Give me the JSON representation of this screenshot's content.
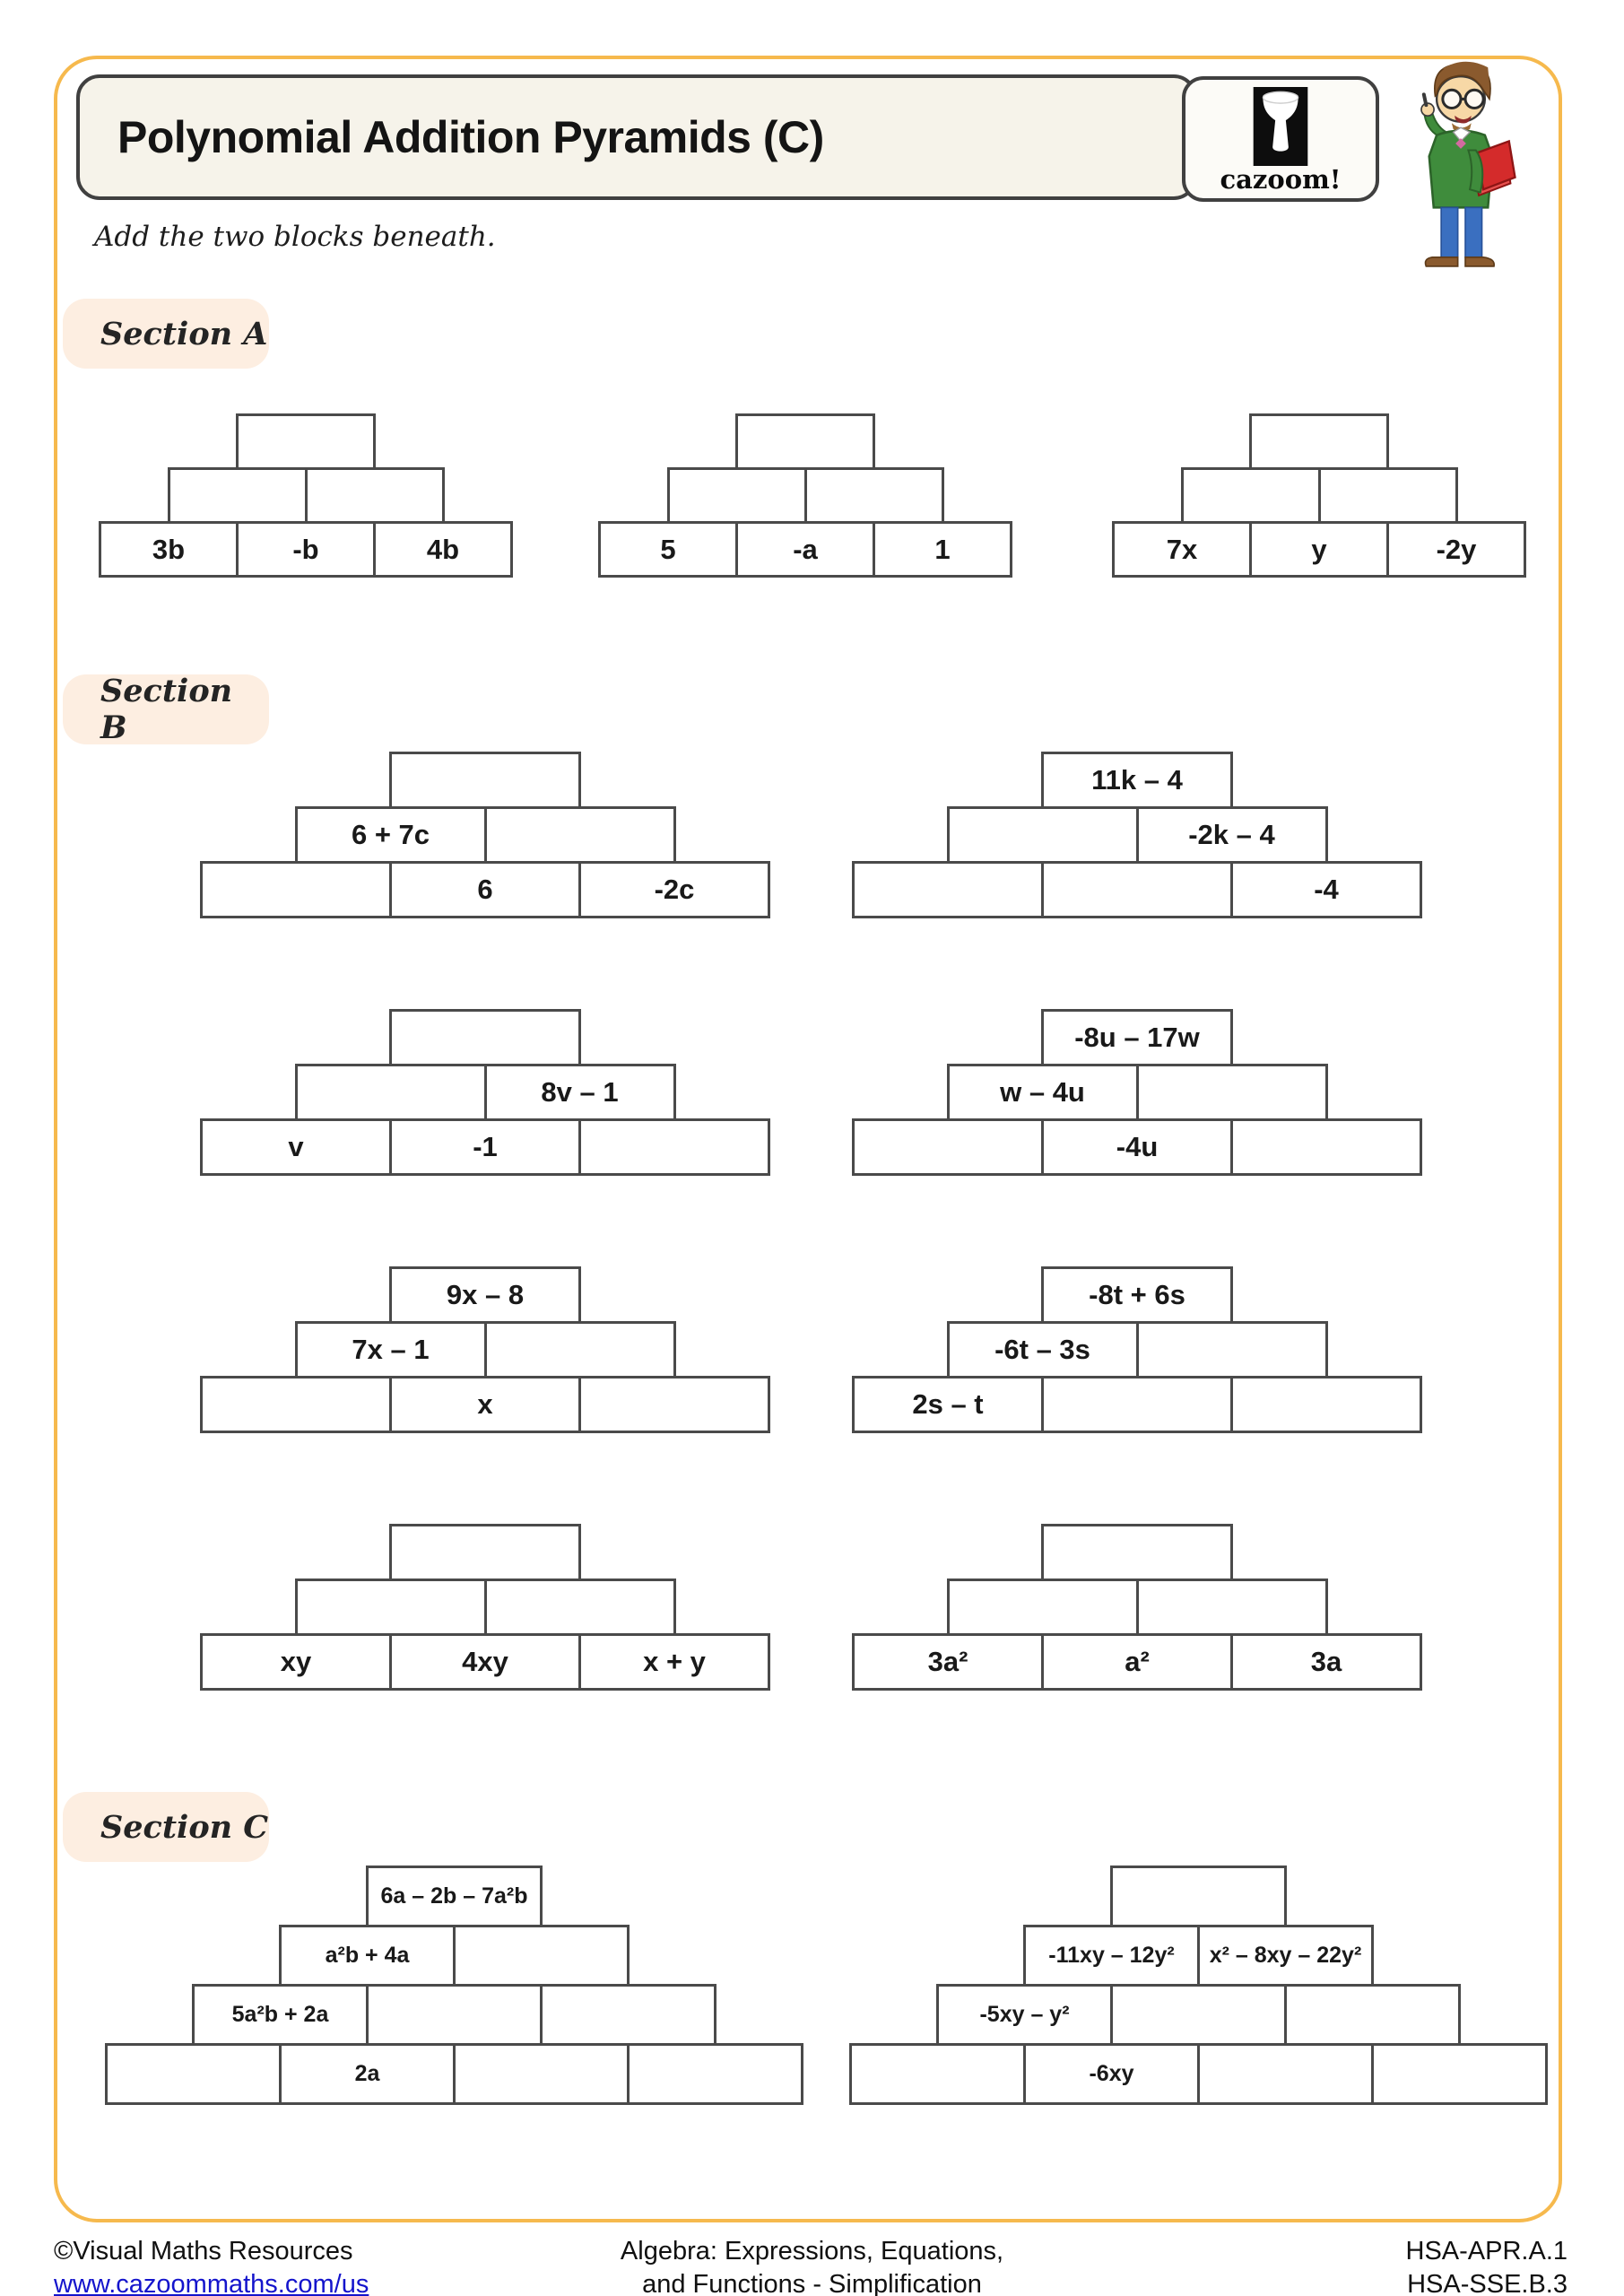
{
  "header": {
    "title": "Polynomial Addition Pyramids (C)",
    "logo_text": "cazoom!"
  },
  "instruction": "Add the two blocks beneath.",
  "sections": [
    {
      "label": "Section A"
    },
    {
      "label": "Section B"
    },
    {
      "label": "Section C"
    }
  ],
  "pyramids": [
    {
      "id": "a1",
      "section": "A",
      "rows": [
        [
          ""
        ],
        [
          "",
          ""
        ],
        [
          "3b",
          "-b",
          "4b"
        ]
      ]
    },
    {
      "id": "a2",
      "section": "A",
      "rows": [
        [
          ""
        ],
        [
          "",
          ""
        ],
        [
          "5",
          "-a",
          "1"
        ]
      ]
    },
    {
      "id": "a3",
      "section": "A",
      "rows": [
        [
          ""
        ],
        [
          "",
          ""
        ],
        [
          "7x",
          "y",
          "-2y"
        ]
      ]
    },
    {
      "id": "b1",
      "section": "B",
      "rows": [
        [
          ""
        ],
        [
          "6 + 7c",
          ""
        ],
        [
          "",
          "6",
          "-2c"
        ]
      ]
    },
    {
      "id": "b2",
      "section": "B",
      "rows": [
        [
          "11k – 4"
        ],
        [
          "",
          "-2k – 4"
        ],
        [
          "",
          "",
          "-4"
        ]
      ]
    },
    {
      "id": "b3",
      "section": "B",
      "rows": [
        [
          ""
        ],
        [
          "",
          "8v – 1"
        ],
        [
          "v",
          "-1",
          ""
        ]
      ]
    },
    {
      "id": "b4",
      "section": "B",
      "rows": [
        [
          "-8u – 17w"
        ],
        [
          "w – 4u",
          ""
        ],
        [
          "",
          "-4u",
          ""
        ]
      ]
    },
    {
      "id": "b5",
      "section": "B",
      "rows": [
        [
          "9x – 8"
        ],
        [
          "7x – 1",
          ""
        ],
        [
          "",
          "x",
          ""
        ]
      ]
    },
    {
      "id": "b6",
      "section": "B",
      "rows": [
        [
          "-8t + 6s"
        ],
        [
          "-6t – 3s",
          ""
        ],
        [
          "2s – t",
          "",
          ""
        ]
      ]
    },
    {
      "id": "b7",
      "section": "B",
      "rows": [
        [
          ""
        ],
        [
          "",
          ""
        ],
        [
          "xy",
          "4xy",
          "x + y"
        ]
      ]
    },
    {
      "id": "b8",
      "section": "B",
      "rows": [
        [
          ""
        ],
        [
          "",
          ""
        ],
        [
          "3a²",
          "a²",
          "3a"
        ]
      ]
    },
    {
      "id": "c1",
      "section": "C",
      "rows": [
        [
          "6a – 2b – 7a²b"
        ],
        [
          "a²b + 4a",
          ""
        ],
        [
          "5a²b + 2a",
          "",
          ""
        ],
        [
          "",
          "2a",
          "",
          ""
        ]
      ]
    },
    {
      "id": "c2",
      "section": "C",
      "rows": [
        [
          ""
        ],
        [
          "-11xy – 12y²",
          "x² – 8xy – 22y²"
        ],
        [
          "-5xy – y²",
          "",
          ""
        ],
        [
          "",
          "-6xy",
          "",
          ""
        ]
      ]
    }
  ],
  "footer": {
    "copyright": "©Visual Maths Resources",
    "link": "www.cazoommaths.com/us",
    "topic_line1": "Algebra: Expressions, Equations,",
    "topic_line2": "and Functions - Simplification",
    "standard1": "HSA-APR.A.1",
    "standard2": "HSA-SSE.B.3"
  },
  "colors": {
    "frame": "#f6b94d",
    "section_bg": "#fdeee1",
    "title_bg": "#f6f3ea",
    "block_border": "#4a4a4a",
    "link_blue": "#1414cc"
  }
}
